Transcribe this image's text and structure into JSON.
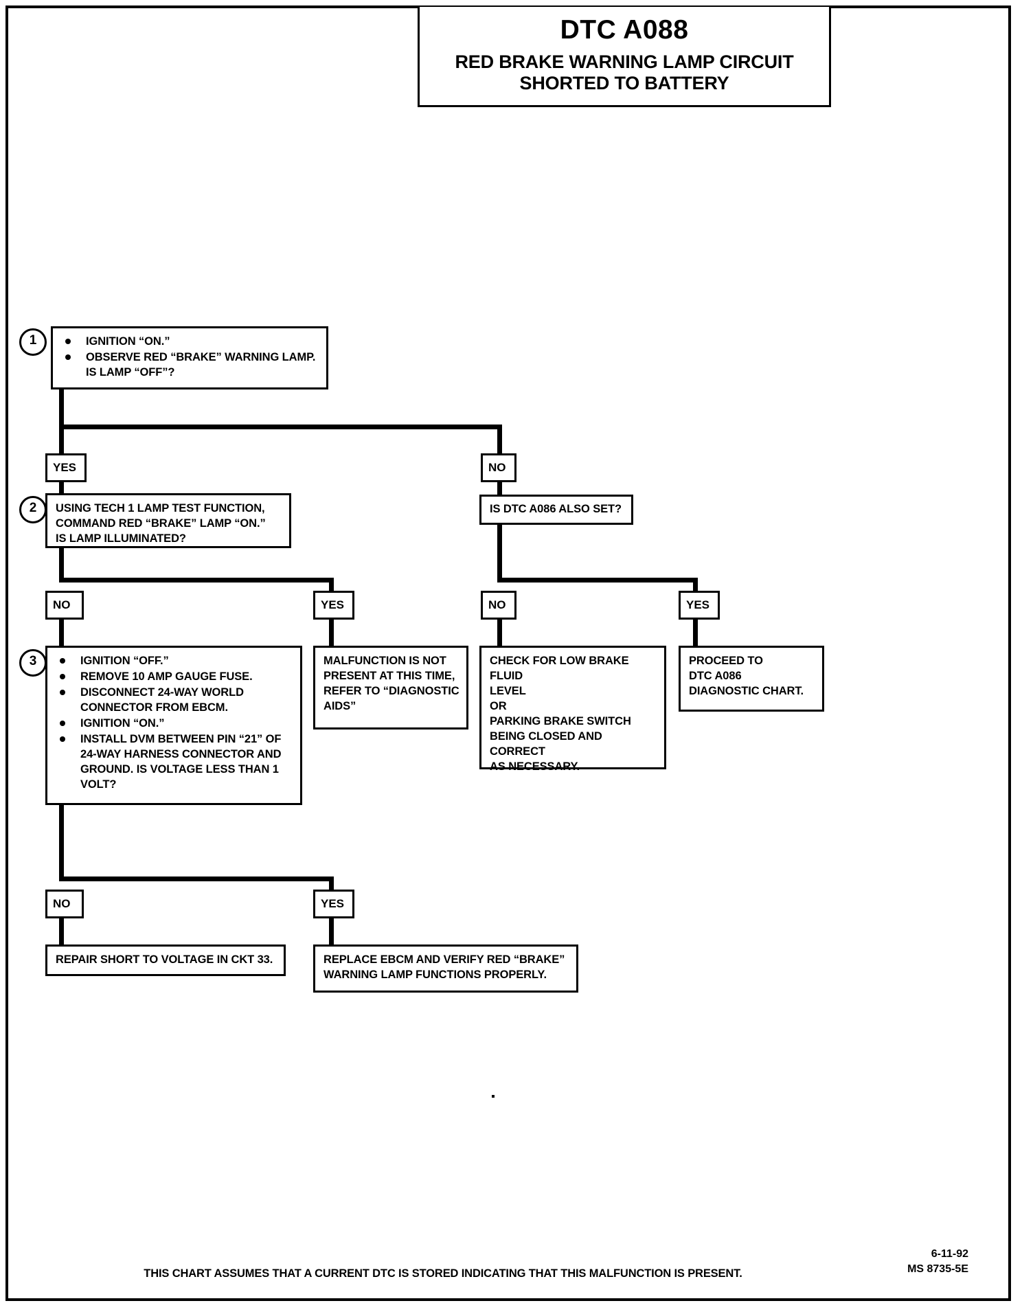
{
  "header": {
    "dtc_code": "DTC A088",
    "description_line1": "RED BRAKE WARNING LAMP CIRCUIT",
    "description_line2": "SHORTED TO BATTERY"
  },
  "steps": {
    "step1_number": "1",
    "step2_number": "2",
    "step3_number": "3"
  },
  "boxes": {
    "step1": {
      "bullet1": "IGNITION “ON.”",
      "bullet2": "OBSERVE RED “BRAKE” WARNING LAMP.",
      "bullet2_cont": "IS LAMP “OFF”?"
    },
    "step2": {
      "line1": "USING TECH 1 LAMP TEST FUNCTION,",
      "line2": "COMMAND RED “BRAKE” LAMP “ON.”",
      "line3": "IS LAMP ILLUMINATED?"
    },
    "step3": {
      "bullet1": "IGNITION “OFF.”",
      "bullet2": "REMOVE 10 AMP GAUGE FUSE.",
      "bullet3": "DISCONNECT 24-WAY WORLD",
      "bullet3_cont": "CONNECTOR FROM EBCM.",
      "bullet4": "IGNITION “ON.”",
      "bullet5": "INSTALL DVM BETWEEN PIN “21” OF",
      "bullet5_cont1": "24-WAY HARNESS CONNECTOR  AND",
      "bullet5_cont2": "GROUND.  IS VOLTAGE LESS THAN 1",
      "bullet5_cont3": "VOLT?"
    },
    "dtc_a086_check": "IS DTC A086 ALSO SET?",
    "malfunction_not_present": {
      "line1": "MALFUNCTION IS NOT",
      "line2": "PRESENT AT THIS TIME,",
      "line3": "REFER TO  “DIAGNOSTIC",
      "line4": "AIDS”"
    },
    "check_low_brake_fluid": {
      "line1": "CHECK FOR LOW BRAKE FLUID",
      "line2": "LEVEL",
      "line3": "OR",
      "line4": "PARKING BRAKE SWITCH",
      "line5": "BEING CLOSED AND CORRECT",
      "line6": "AS NECESSARY."
    },
    "proceed_a086": {
      "line1": "PROCEED TO",
      "line2": "DTC A086",
      "line3": "DIAGNOSTIC CHART."
    },
    "repair_short": "REPAIR SHORT TO VOLTAGE IN CKT 33.",
    "replace_ebcm": {
      "line1": "REPLACE EBCM AND VERIFY RED “BRAKE”",
      "line2": "WARNING LAMP FUNCTIONS PROPERLY."
    }
  },
  "branch_labels": {
    "s1_yes": "YES",
    "s1_no": "NO",
    "s2_no": "NO",
    "s2_yes": "YES",
    "a086_no": "NO",
    "a086_yes": "YES",
    "s3_no": "NO",
    "s3_yes": "YES"
  },
  "footer": {
    "note": "THIS CHART ASSUMES THAT A CURRENT DTC IS STORED INDICATING THAT THIS MALFUNCTION IS PRESENT.",
    "date": "6-11-92",
    "doc_id": "MS 8735-5E"
  },
  "colors": {
    "ink": "#000000",
    "paper": "#ffffff"
  }
}
